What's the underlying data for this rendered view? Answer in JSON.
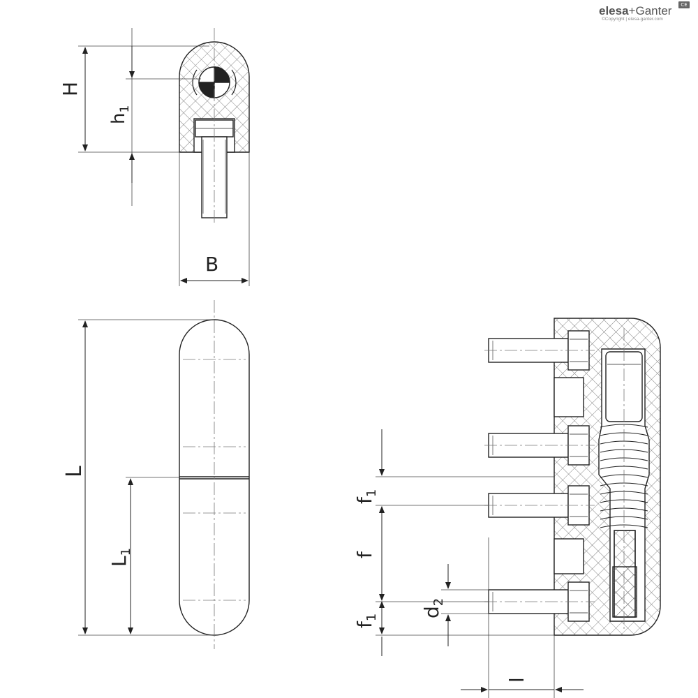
{
  "logo": {
    "brand_a": "elesa",
    "plus": "+",
    "brand_b": "Ganter",
    "copyright": "©Copyright | elesa-ganter.com",
    "badge": "CE"
  },
  "dimensions": {
    "H": "H",
    "h": "h",
    "h_sub": "1",
    "B": "B",
    "L": "L",
    "L1": "L",
    "L1_sub": "1",
    "f1_top": "f",
    "f1_top_sub": "1",
    "f": "f",
    "f1_bottom": "f",
    "f1_bottom_sub": "1",
    "d2": "d",
    "d2_sub": "2",
    "l": "l"
  },
  "colors": {
    "line": "#222222",
    "hatch": "#555555",
    "centerline": "#666666"
  }
}
